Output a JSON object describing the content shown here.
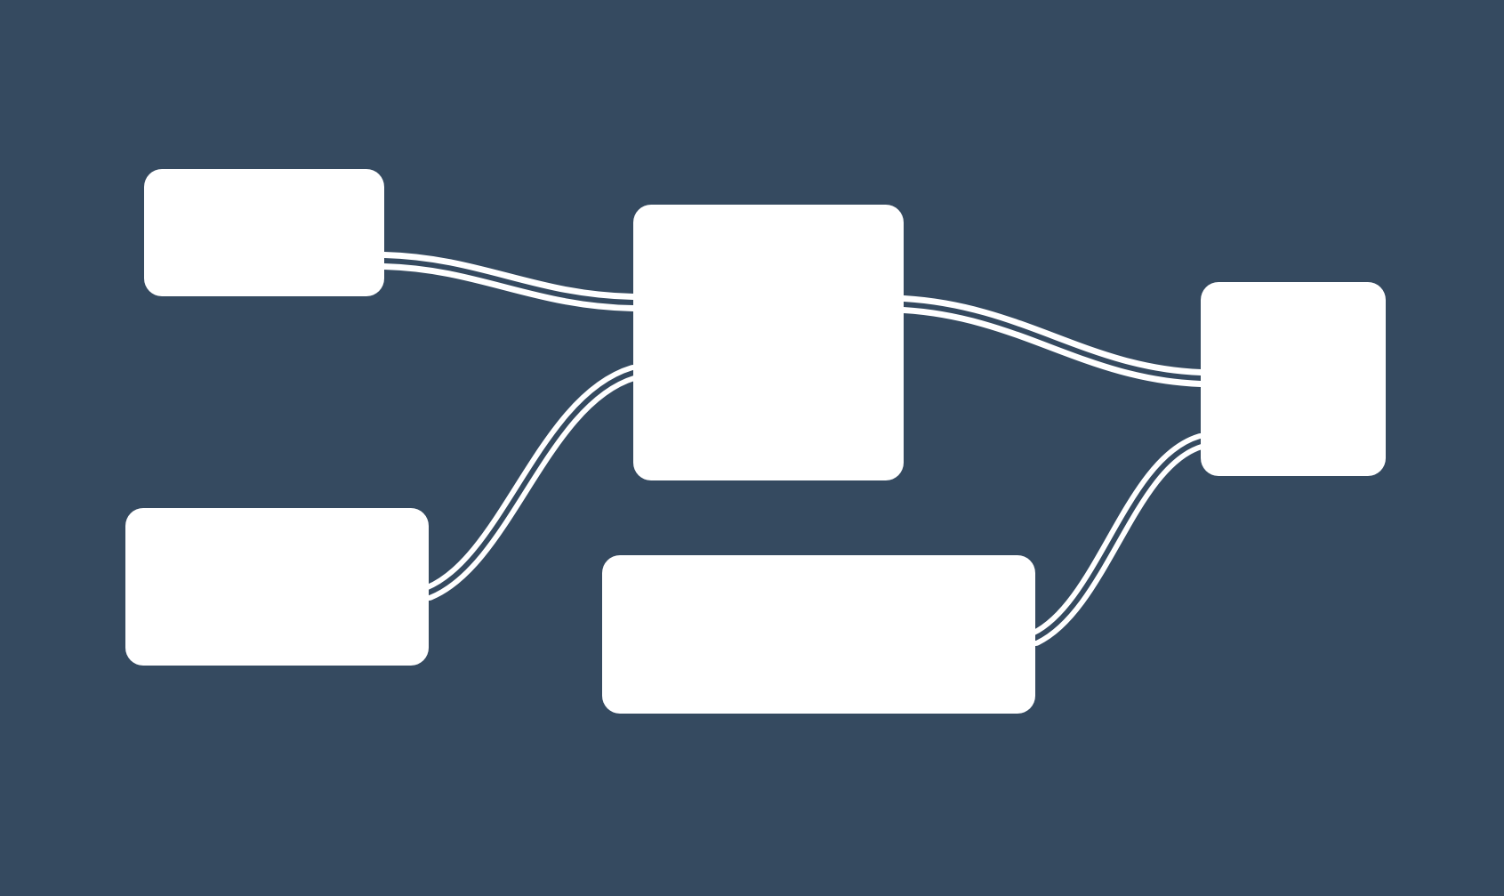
{
  "colors": {
    "background": "#354a60",
    "node_fill": "#ffffff",
    "edge_outer": "#ffffff",
    "edge_inner": "#354a60"
  },
  "nodes": [
    {
      "id": "node-a",
      "label": ""
    },
    {
      "id": "node-b",
      "label": ""
    },
    {
      "id": "node-c",
      "label": ""
    },
    {
      "id": "node-d",
      "label": ""
    },
    {
      "id": "node-e",
      "label": ""
    }
  ],
  "edges": [
    {
      "from": "node-a",
      "to": "node-b"
    },
    {
      "from": "node-d",
      "to": "node-b"
    },
    {
      "from": "node-b",
      "to": "node-c"
    },
    {
      "from": "node-e",
      "to": "node-c"
    }
  ]
}
